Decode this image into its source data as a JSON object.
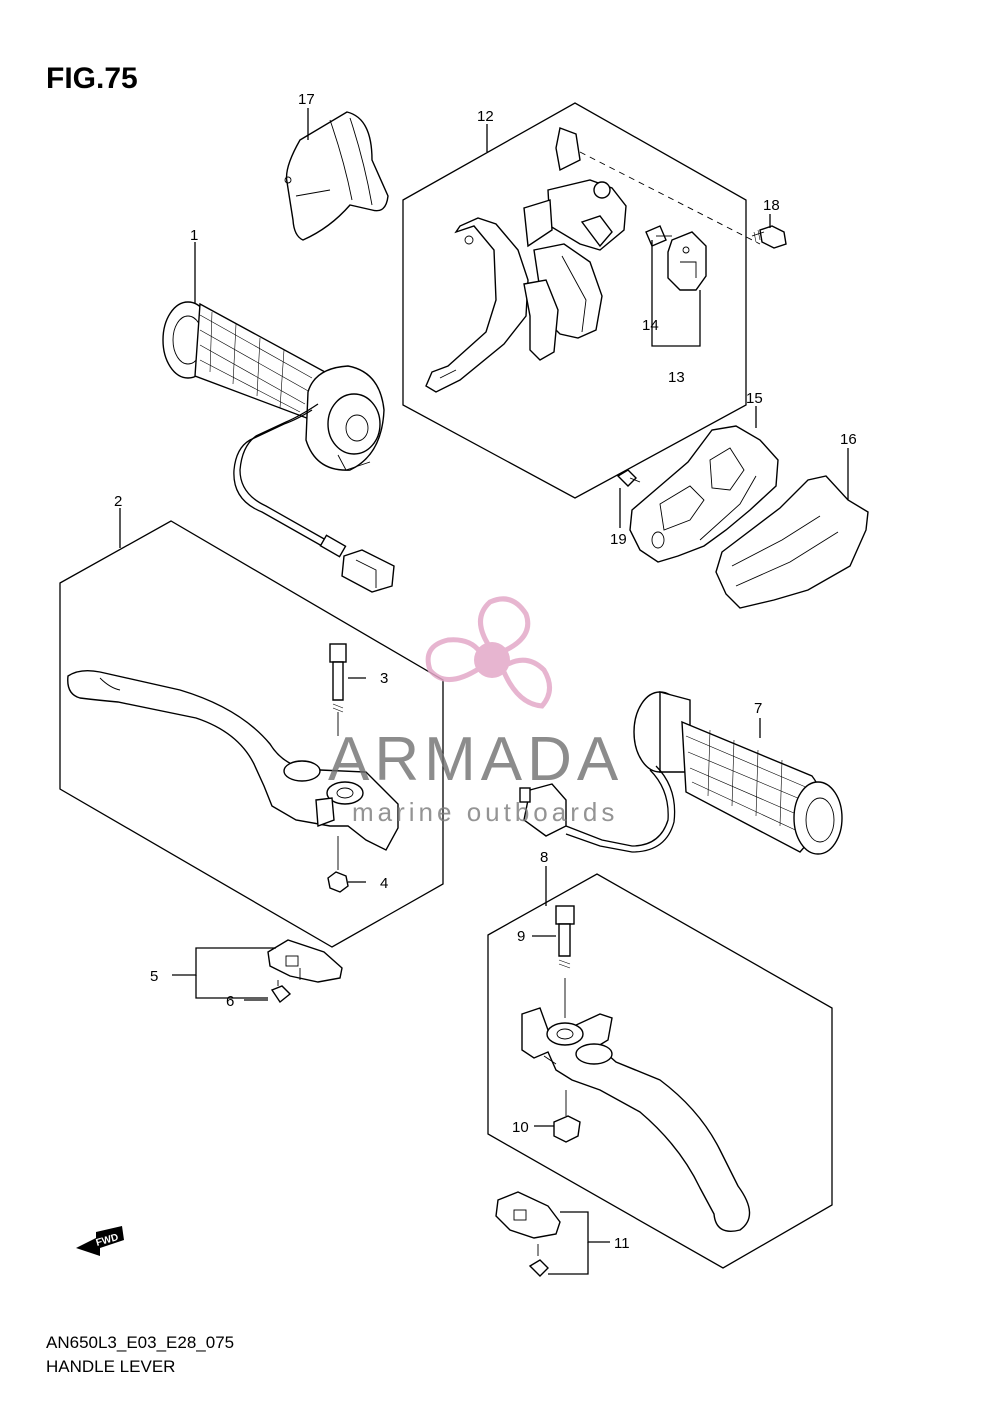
{
  "figure": {
    "title": "FIG.75",
    "code": "AN650L3_E03_E28_075",
    "name": "HANDLE LEVER",
    "fwd_label": "FWD"
  },
  "watermark": {
    "brand": "ARMADA",
    "tagline": "marine outboards",
    "logo_color": "#e3a9c8",
    "text_color": "#6d6d6d"
  },
  "callouts": [
    {
      "id": "c1",
      "label": "1"
    },
    {
      "id": "c2",
      "label": "2"
    },
    {
      "id": "c3",
      "label": "3"
    },
    {
      "id": "c4",
      "label": "4"
    },
    {
      "id": "c5",
      "label": "5"
    },
    {
      "id": "c6",
      "label": "6"
    },
    {
      "id": "c7",
      "label": "7"
    },
    {
      "id": "c8",
      "label": "8"
    },
    {
      "id": "c9",
      "label": "9"
    },
    {
      "id": "c10",
      "label": "10"
    },
    {
      "id": "c11",
      "label": "11"
    },
    {
      "id": "c12",
      "label": "12"
    },
    {
      "id": "c13",
      "label": "13"
    },
    {
      "id": "c14",
      "label": "14"
    },
    {
      "id": "c15",
      "label": "15"
    },
    {
      "id": "c16",
      "label": "16"
    },
    {
      "id": "c17",
      "label": "17"
    },
    {
      "id": "c18",
      "label": "18"
    },
    {
      "id": "c19",
      "label": "19"
    }
  ]
}
